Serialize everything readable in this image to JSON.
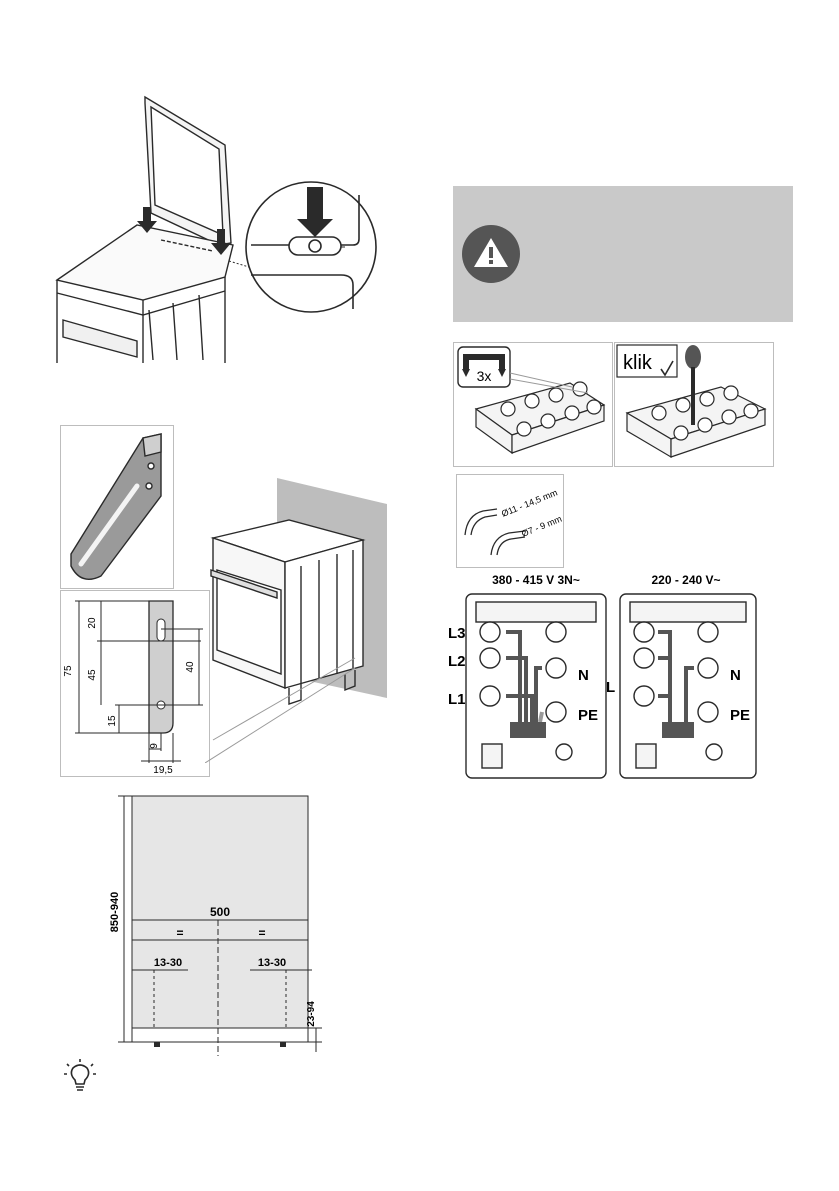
{
  "colors": {
    "line": "#2a2a2a",
    "grey_panel": "#c9c9c9",
    "wall": "#bdbdbd",
    "dark": "#555555",
    "cooker_fill": "#e6e6e6"
  },
  "icons": {
    "warning": "warning-icon",
    "tip": "light-bulb-icon",
    "arrow": "arrow-down-icon"
  },
  "bracket": {
    "dims": [
      "75",
      "20",
      "45",
      "15",
      "40",
      "9",
      "19,5"
    ]
  },
  "cooker_dims": {
    "height": "850-940",
    "width": "500",
    "equal_left": "=",
    "equal_right": "=",
    "offset_left": "13-30",
    "offset_right": "13-30",
    "foot": "23-94"
  },
  "terminal": {
    "loop_count": "3x",
    "click_label": "klik",
    "cable_large": "Ø11 - 14,5 mm",
    "cable_small": "Ø7 - 9 mm",
    "three_phase": {
      "title": "380 - 415 V 3N~",
      "labels": [
        "L3",
        "L2",
        "L1",
        "N",
        "PE"
      ]
    },
    "single_phase": {
      "title": "220 - 240 V~",
      "labels": [
        "L",
        "N",
        "PE"
      ]
    }
  }
}
